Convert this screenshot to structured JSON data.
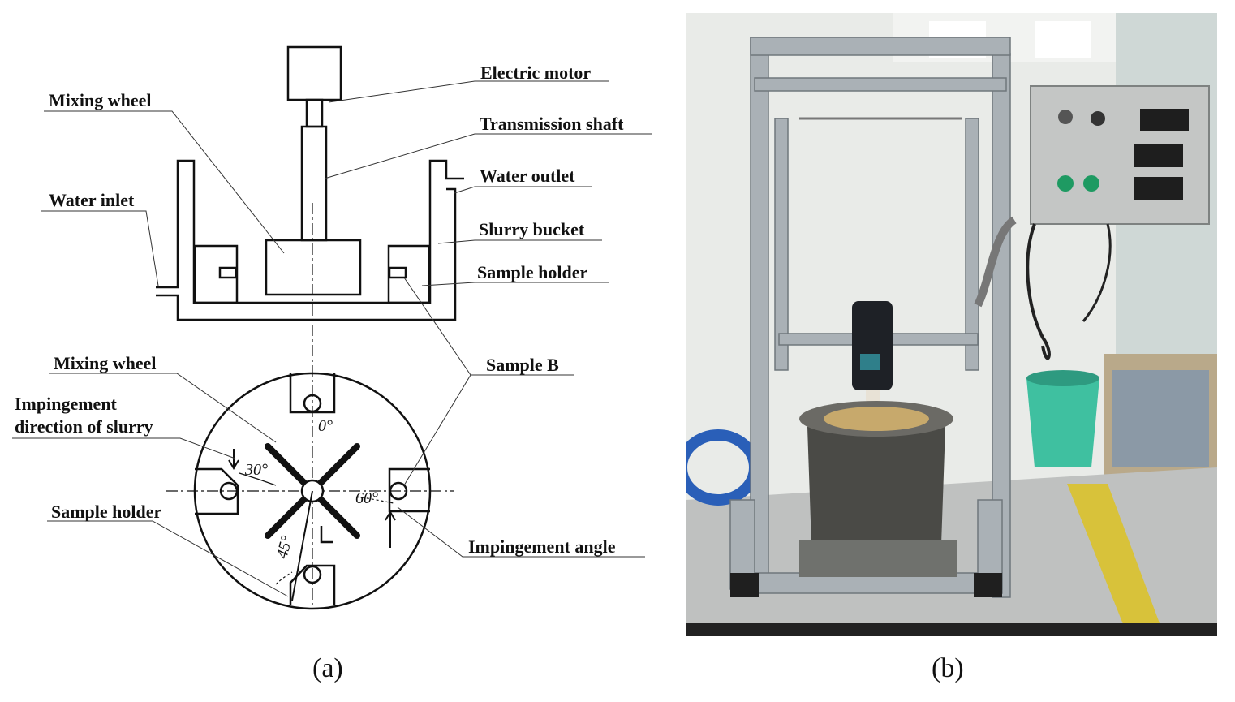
{
  "labels": {
    "electric_motor": "Electric motor",
    "mixing_wheel_top": "Mixing wheel",
    "transmission_shaft": "Transmission shaft",
    "water_outlet": "Water outlet",
    "water_inlet": "Water inlet",
    "slurry_bucket": "Slurry bucket",
    "sample_holder_top": "Sample holder",
    "mixing_wheel_bottom": "Mixing wheel",
    "sample_b": "Sample B",
    "impingement_dir_line1": "Impingement",
    "impingement_dir_line2": "direction of slurry",
    "sample_holder_bottom": "Sample holder",
    "impingement_angle": "Impingement angle"
  },
  "angles": {
    "a0": "0°",
    "a30": "30°",
    "a60": "60°",
    "a45": "45°",
    "L": "L"
  },
  "captions": {
    "a": "(a)",
    "b": "(b)"
  }
}
